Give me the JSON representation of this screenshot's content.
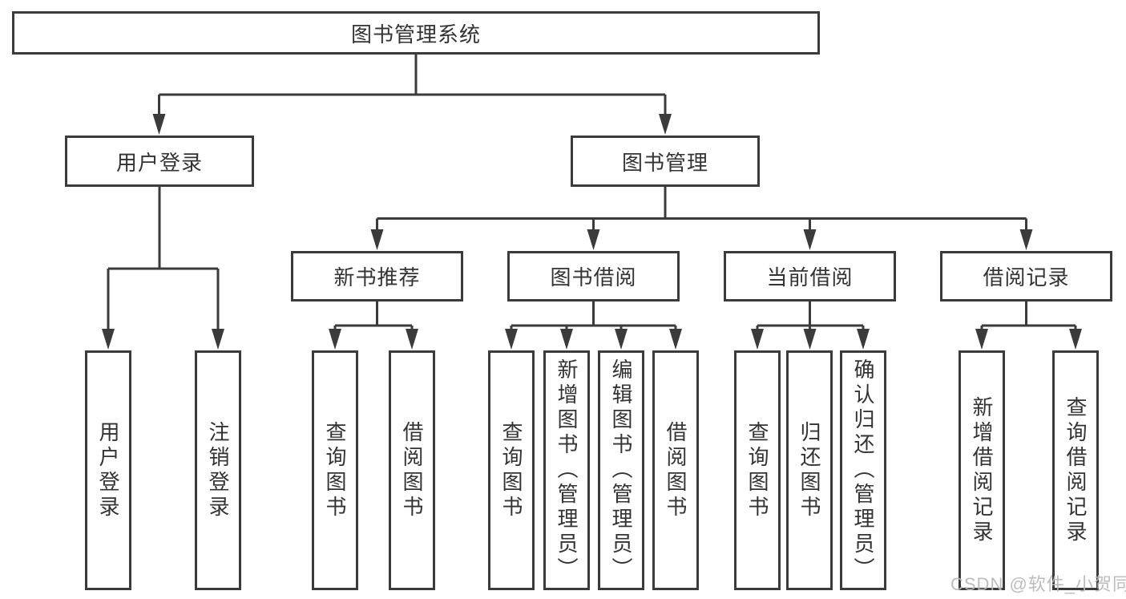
{
  "diagram": {
    "root": {
      "label": "图书管理系统"
    },
    "level2": [
      {
        "label": "用户登录"
      },
      {
        "label": "图书管理"
      }
    ],
    "level3": [
      {
        "label": "新书推荐"
      },
      {
        "label": "图书借阅"
      },
      {
        "label": "当前借阅"
      },
      {
        "label": "借阅记录"
      }
    ],
    "leaves": {
      "user_login": [
        {
          "label": "用户登录"
        },
        {
          "label": "注销登录"
        }
      ],
      "new_book": [
        {
          "label": "查询图书"
        },
        {
          "label": "借阅图书"
        }
      ],
      "book_borrow": [
        {
          "label": "查询图书"
        },
        {
          "label": "新增图书（管理员）"
        },
        {
          "label": "编辑图书（管理员）"
        },
        {
          "label": "借阅图书"
        }
      ],
      "current_borrow": [
        {
          "label": "查询图书"
        },
        {
          "label": "归还图书"
        },
        {
          "label": "确认归还（管理员）"
        }
      ],
      "borrow_record": [
        {
          "label": "新增借阅记录"
        },
        {
          "label": "查询借阅记录"
        }
      ]
    }
  },
  "watermark": {
    "text": "CSDN @软件_小贺同学"
  },
  "colors": {
    "line": "#3b3b3b",
    "text": "#333333",
    "background": "#ffffff",
    "watermark": "#b7b7b7"
  }
}
